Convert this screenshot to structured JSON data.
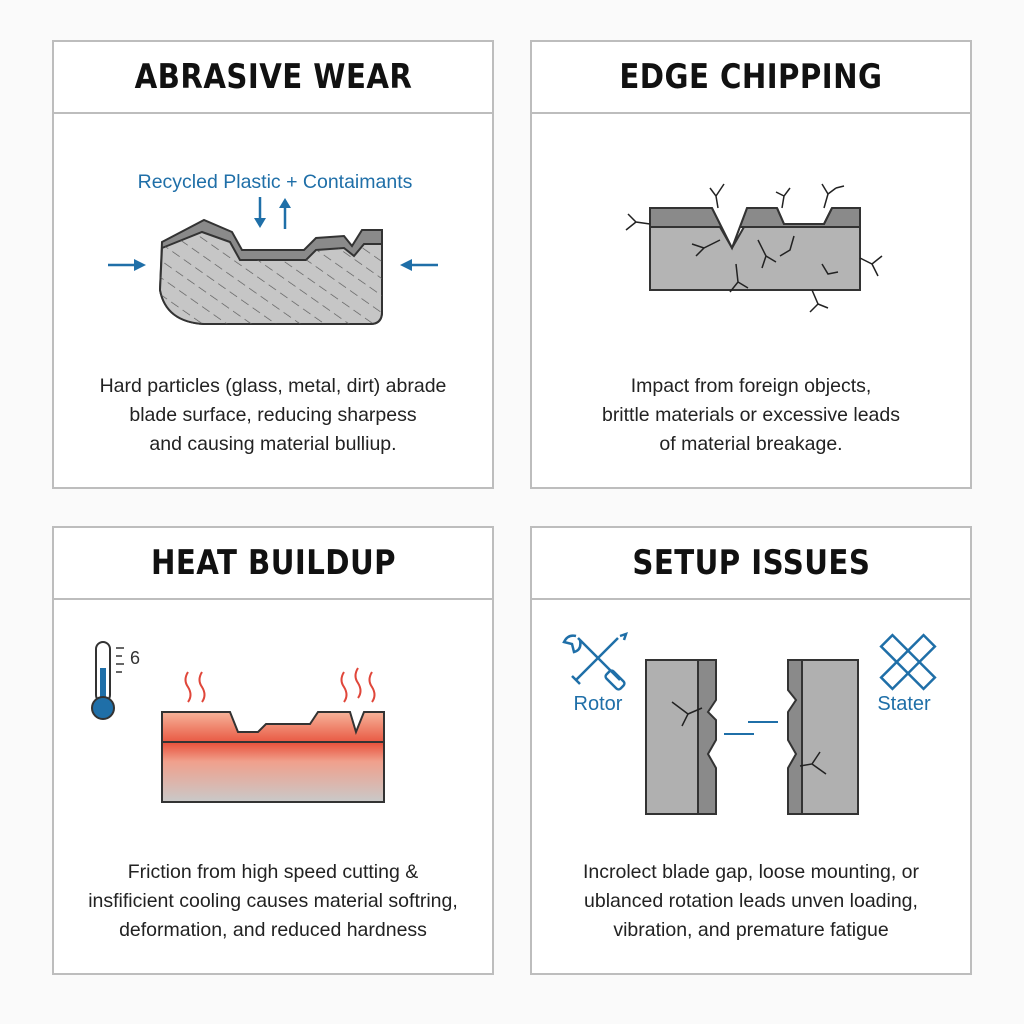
{
  "panels": {
    "abrasive": {
      "title": "ABRASIVE WEAR",
      "label": "Recycled Plastic + Contaimants",
      "desc": [
        "Hard particles (glass, metal, dirt) abrade",
        "blade surface, reducing sharpess",
        "and causing material bulliup."
      ]
    },
    "chipping": {
      "title": "EDGE CHIPPING",
      "desc": [
        "Impact from foreign objects,",
        "brittle materials or excessive leads",
        "of material breakage."
      ]
    },
    "heat": {
      "title": "HEAT BUILDUP",
      "thermo_value": "6",
      "desc": [
        "Friction from high speed cutting &",
        "insfificient cooling causes material softring,",
        "deformation, and reduced hardness"
      ]
    },
    "setup": {
      "title": "SETUP ISSUES",
      "left_label": "Rotor",
      "right_label": "Stater",
      "desc": [
        "Incrolect blade gap, loose mounting, or",
        "ublanced rotation leads unven loading,",
        "vibration, and premature fatigue"
      ]
    }
  },
  "colors": {
    "accent_blue": "#1f6fa8",
    "blade_gray": "#a9a9a9",
    "heat_red": "#e8553f",
    "border": "#bdbdbd"
  }
}
